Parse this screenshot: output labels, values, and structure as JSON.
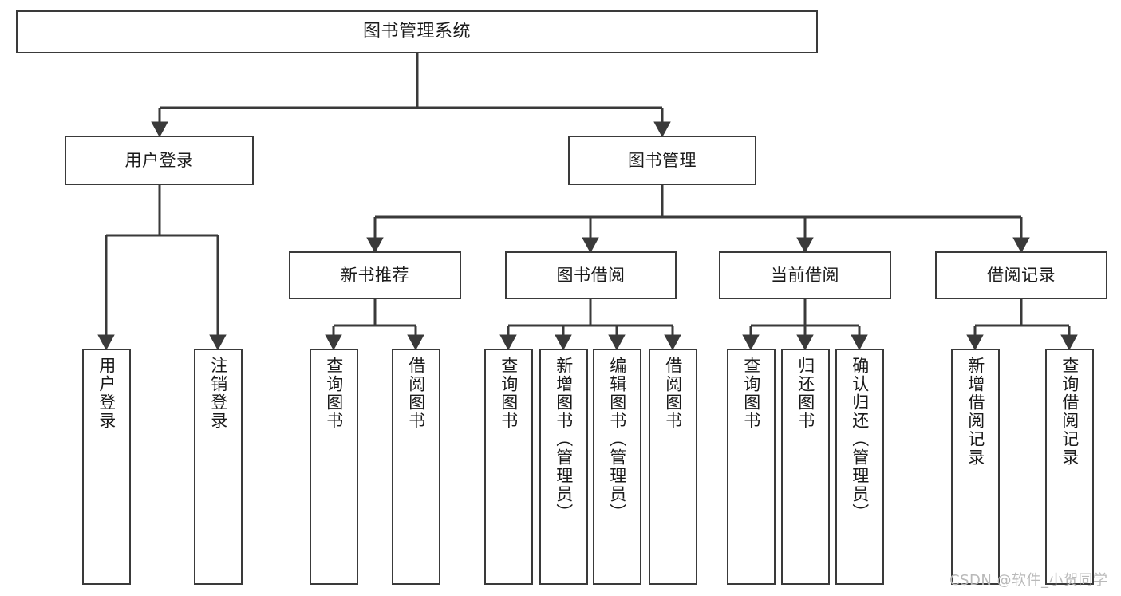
{
  "diagram": {
    "title": "图书管理系统",
    "type": "hierarchy-tree",
    "watermark": "CSDN @软件_小贺同学",
    "colors": {
      "box_border": "#3a3a3a",
      "box_fill": "#ffffff",
      "connector": "#3a3a3a",
      "text": "#1a1a1a",
      "watermark": "#b9b9b9",
      "background": "#ffffff"
    },
    "levels": {
      "root": {
        "label": "图书管理系统"
      },
      "level2": [
        {
          "id": "user-login",
          "label": "用户登录"
        },
        {
          "id": "book-management",
          "label": "图书管理"
        }
      ],
      "level3": [
        {
          "id": "new-book-recommend",
          "label": "新书推荐",
          "parent": "book-management"
        },
        {
          "id": "book-borrow",
          "label": "图书借阅",
          "parent": "book-management"
        },
        {
          "id": "current-borrow",
          "label": "当前借阅",
          "parent": "book-management"
        },
        {
          "id": "borrow-record",
          "label": "借阅记录",
          "parent": "book-management"
        }
      ],
      "leaves": [
        {
          "id": "leaf-user-login",
          "label": "用户登录",
          "parent": "user-login"
        },
        {
          "id": "leaf-logout-login",
          "label": "注销登录",
          "parent": "user-login"
        },
        {
          "id": "leaf-query-book-1",
          "label": "查询图书",
          "parent": "new-book-recommend"
        },
        {
          "id": "leaf-borrow-book-1",
          "label": "借阅图书",
          "parent": "new-book-recommend"
        },
        {
          "id": "leaf-query-book-2",
          "label": "查询图书",
          "parent": "book-borrow"
        },
        {
          "id": "leaf-add-book",
          "label": "新增图书（管理员）",
          "parent": "book-borrow"
        },
        {
          "id": "leaf-edit-book",
          "label": "编辑图书（管理员）",
          "parent": "book-borrow"
        },
        {
          "id": "leaf-borrow-book-2",
          "label": "借阅图书",
          "parent": "book-borrow"
        },
        {
          "id": "leaf-query-book-3",
          "label": "查询图书",
          "parent": "current-borrow"
        },
        {
          "id": "leaf-return-book",
          "label": "归还图书",
          "parent": "current-borrow"
        },
        {
          "id": "leaf-confirm-return",
          "label": "确认归还（管理员）",
          "parent": "current-borrow"
        },
        {
          "id": "leaf-add-record",
          "label": "新增借阅记录",
          "parent": "borrow-record"
        },
        {
          "id": "leaf-query-record",
          "label": "查询借阅记录",
          "parent": "borrow-record"
        }
      ]
    }
  }
}
